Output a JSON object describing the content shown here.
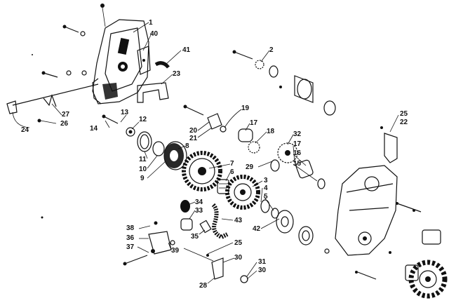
{
  "colors": {
    "ink": "#111111",
    "paper": "#ffffff",
    "shade": "#555555"
  },
  "callouts": [
    {
      "id": "c1",
      "text": "1"
    },
    {
      "id": "c40",
      "text": "40"
    },
    {
      "id": "c41",
      "text": "41"
    },
    {
      "id": "c23",
      "text": "23"
    },
    {
      "id": "c27",
      "text": "27"
    },
    {
      "id": "c24",
      "text": "24"
    },
    {
      "id": "c26",
      "text": "26"
    },
    {
      "id": "c13",
      "text": "13"
    },
    {
      "id": "c12",
      "text": "12"
    },
    {
      "id": "c14",
      "text": "14"
    },
    {
      "id": "c11",
      "text": "11"
    },
    {
      "id": "c10",
      "text": "10"
    },
    {
      "id": "c9",
      "text": "9"
    },
    {
      "id": "c8",
      "text": "8"
    },
    {
      "id": "c20",
      "text": "20"
    },
    {
      "id": "c21",
      "text": "21"
    },
    {
      "id": "c19",
      "text": "19"
    },
    {
      "id": "c17a",
      "text": "17"
    },
    {
      "id": "c18",
      "text": "18"
    },
    {
      "id": "c2",
      "text": "2"
    },
    {
      "id": "c25a",
      "text": "25"
    },
    {
      "id": "c22",
      "text": "22"
    },
    {
      "id": "c32",
      "text": "32"
    },
    {
      "id": "c17b",
      "text": "17"
    },
    {
      "id": "c16",
      "text": "16"
    },
    {
      "id": "c15",
      "text": "15"
    },
    {
      "id": "c29",
      "text": "29"
    },
    {
      "id": "c7",
      "text": "7"
    },
    {
      "id": "c6",
      "text": "6"
    },
    {
      "id": "c3",
      "text": "3"
    },
    {
      "id": "c4",
      "text": "4"
    },
    {
      "id": "c5",
      "text": "5"
    },
    {
      "id": "c42",
      "text": "42"
    },
    {
      "id": "c34",
      "text": "34"
    },
    {
      "id": "c33",
      "text": "33"
    },
    {
      "id": "c43",
      "text": "43"
    },
    {
      "id": "c38",
      "text": "38"
    },
    {
      "id": "c36",
      "text": "36"
    },
    {
      "id": "c37",
      "text": "37"
    },
    {
      "id": "c39",
      "text": "39"
    },
    {
      "id": "c35",
      "text": "35"
    },
    {
      "id": "c25b",
      "text": "25"
    },
    {
      "id": "c30a",
      "text": "30"
    },
    {
      "id": "c31",
      "text": "31"
    },
    {
      "id": "c30b",
      "text": "30"
    },
    {
      "id": "c28",
      "text": "28"
    }
  ]
}
